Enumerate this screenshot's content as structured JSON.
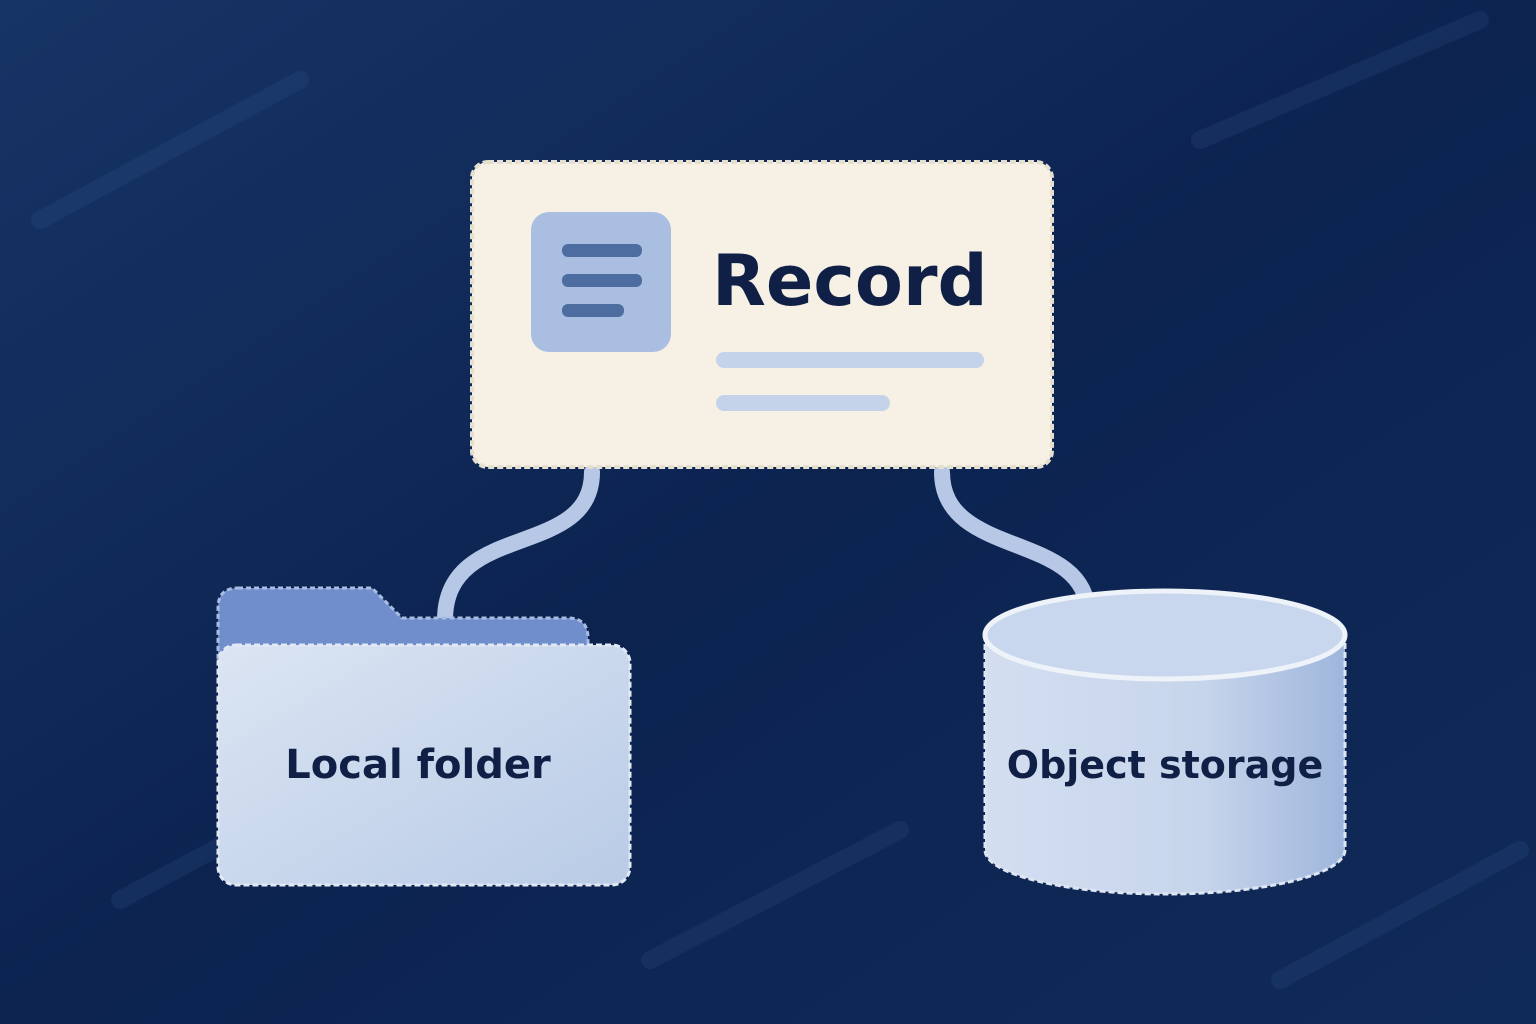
{
  "diagram": {
    "record": {
      "title": "Record",
      "icon": "document-icon"
    },
    "local_folder": {
      "label": "Local folder",
      "icon": "folder-icon"
    },
    "object_storage": {
      "label": "Object storage",
      "icon": "database-icon"
    }
  },
  "colors": {
    "background": "#0d2552",
    "card": "#f6f1e4",
    "accent": "#a9bee0",
    "text": "#0f1f45",
    "connector": "#b6c8e6"
  }
}
